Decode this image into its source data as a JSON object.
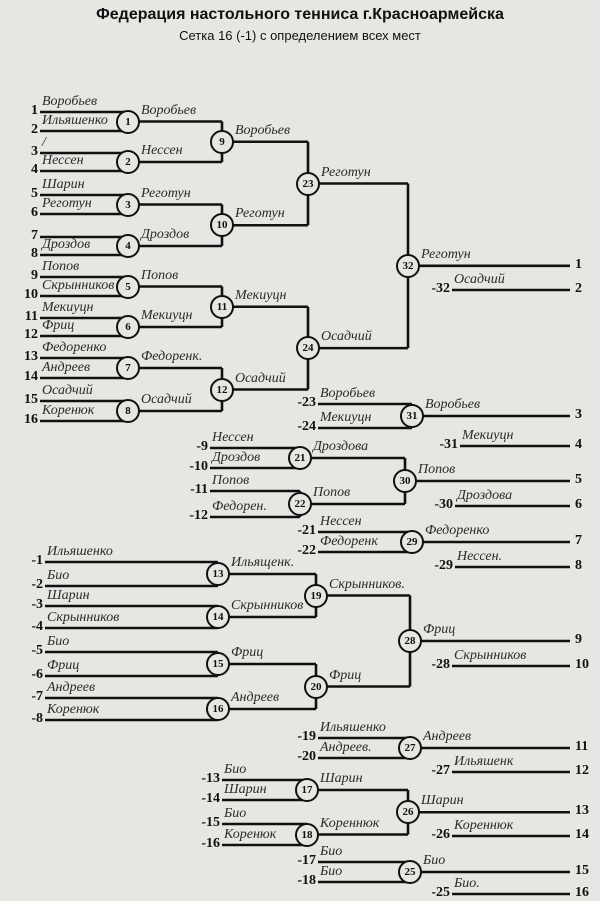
{
  "title": "Федерация настольного тенниса г.Красноармейска",
  "subtitle": "Сетка 16 (-1) с определением всех мест",
  "seeds": [
    {
      "label": "1",
      "name": "Воробьев"
    },
    {
      "label": "2",
      "name": "Ильяшенко"
    },
    {
      "label": "3",
      "name": "/"
    },
    {
      "label": "4",
      "name": "Нессен"
    },
    {
      "label": "5",
      "name": "Шарин"
    },
    {
      "label": "6",
      "name": "Реготун"
    },
    {
      "label": "7",
      "name": ""
    },
    {
      "label": "8",
      "name": "Дроздов"
    },
    {
      "label": "9",
      "name": "Попов"
    },
    {
      "label": "10",
      "name": "Скрынников"
    },
    {
      "label": "11",
      "name": "Мекиуцн"
    },
    {
      "label": "12",
      "name": "Фриц"
    },
    {
      "label": "13",
      "name": "Федоренко"
    },
    {
      "label": "14",
      "name": "Андреев"
    },
    {
      "label": "15",
      "name": "Осадчий"
    },
    {
      "label": "16",
      "name": "Коренюк"
    }
  ],
  "matches": [
    {
      "num": "1",
      "winner": "Воробьев"
    },
    {
      "num": "2",
      "winner": "Нессен"
    },
    {
      "num": "3",
      "winner": "Реготун"
    },
    {
      "num": "4",
      "winner": "Дроздов"
    },
    {
      "num": "5",
      "winner": "Попов"
    },
    {
      "num": "6",
      "winner": "Мекиуцн"
    },
    {
      "num": "7",
      "winner": "Федоренк."
    },
    {
      "num": "8",
      "winner": "Осадчий"
    },
    {
      "num": "9",
      "winner": "Воробьев"
    },
    {
      "num": "10",
      "winner": "Реготун"
    },
    {
      "num": "11",
      "winner": "Мекиуцн"
    },
    {
      "num": "12",
      "winner": "Осадчий"
    },
    {
      "num": "23",
      "winner": "Реготун"
    },
    {
      "num": "24",
      "winner": "Осадчий"
    },
    {
      "num": "32",
      "winner": "Реготун"
    },
    {
      "num": "31",
      "winner": "Воробьев"
    },
    {
      "num": "21",
      "winner": "Дроздова"
    },
    {
      "num": "22",
      "winner": "Попов"
    },
    {
      "num": "30",
      "winner": "Попов"
    },
    {
      "num": "29",
      "winner": "Федоренко"
    },
    {
      "num": "13",
      "winner": "Ильященк."
    },
    {
      "num": "14",
      "winner": "Скрынников"
    },
    {
      "num": "15",
      "winner": "Фриц"
    },
    {
      "num": "16",
      "winner": "Андреев"
    },
    {
      "num": "19",
      "winner": "Скрынников."
    },
    {
      "num": "20",
      "winner": "Фриц"
    },
    {
      "num": "28",
      "winner": "Фриц"
    },
    {
      "num": "27",
      "winner": "Андреев"
    },
    {
      "num": "17",
      "winner": "Шарин"
    },
    {
      "num": "18",
      "winner": "Кореннюк"
    },
    {
      "num": "26",
      "winner": "Шарин"
    },
    {
      "num": "25",
      "winner": "Био"
    }
  ],
  "slots": {
    "s23": {
      "label": "-23",
      "name": "Воробьев"
    },
    "s24": {
      "label": "-24",
      "name": "Мекиуцн"
    },
    "s9": {
      "label": "-9",
      "name": "Нессен"
    },
    "s10": {
      "label": "-10",
      "name": "Дроздов"
    },
    "s11": {
      "label": "-11",
      "name": "Попов"
    },
    "s12": {
      "label": "-12",
      "name": "Федорен."
    },
    "s21": {
      "label": "-21",
      "name": "Нессен"
    },
    "s22": {
      "label": "-22",
      "name": "Федоренк"
    },
    "s1": {
      "label": "-1",
      "name": "Ильяшенко"
    },
    "s2": {
      "label": "-2",
      "name": "Био"
    },
    "s3": {
      "label": "-3",
      "name": "Шарин"
    },
    "s4": {
      "label": "-4",
      "name": "Скрынников"
    },
    "s5": {
      "label": "-5",
      "name": "Био"
    },
    "s6": {
      "label": "-6",
      "name": "Фриц"
    },
    "s7": {
      "label": "-7",
      "name": "Андреев"
    },
    "s8": {
      "label": "-8",
      "name": "Коренюк"
    },
    "s19": {
      "label": "-19",
      "name": "Ильяшенко"
    },
    "s20": {
      "label": "-20",
      "name": "Андреев."
    },
    "s13": {
      "label": "-13",
      "name": "Био"
    },
    "s14": {
      "label": "-14",
      "name": "Шарин"
    },
    "s15": {
      "label": "-15",
      "name": "Био"
    },
    "s16": {
      "label": "-16",
      "name": "Коренюк"
    },
    "s17": {
      "label": "-17",
      "name": "Био"
    },
    "s18": {
      "label": "-18",
      "name": "Био"
    }
  },
  "loser_slots": {
    "l32": {
      "label": "-32",
      "name": "Осадчий"
    },
    "l31": {
      "label": "-31",
      "name": "Мекиуцн"
    },
    "l30": {
      "label": "-30",
      "name": "Дроздова"
    },
    "l29": {
      "label": "-29",
      "name": "Нессен."
    },
    "l28": {
      "label": "-28",
      "name": "Скрынников"
    },
    "l27": {
      "label": "-27",
      "name": "Ильяшенк"
    },
    "l26": {
      "label": "-26",
      "name": "Кореннюк"
    },
    "l25": {
      "label": "-25",
      "name": "Био."
    }
  },
  "places": [
    "1",
    "2",
    "3",
    "4",
    "5",
    "6",
    "7",
    "8",
    "9",
    "10",
    "11",
    "12",
    "13",
    "14",
    "15",
    "16"
  ]
}
